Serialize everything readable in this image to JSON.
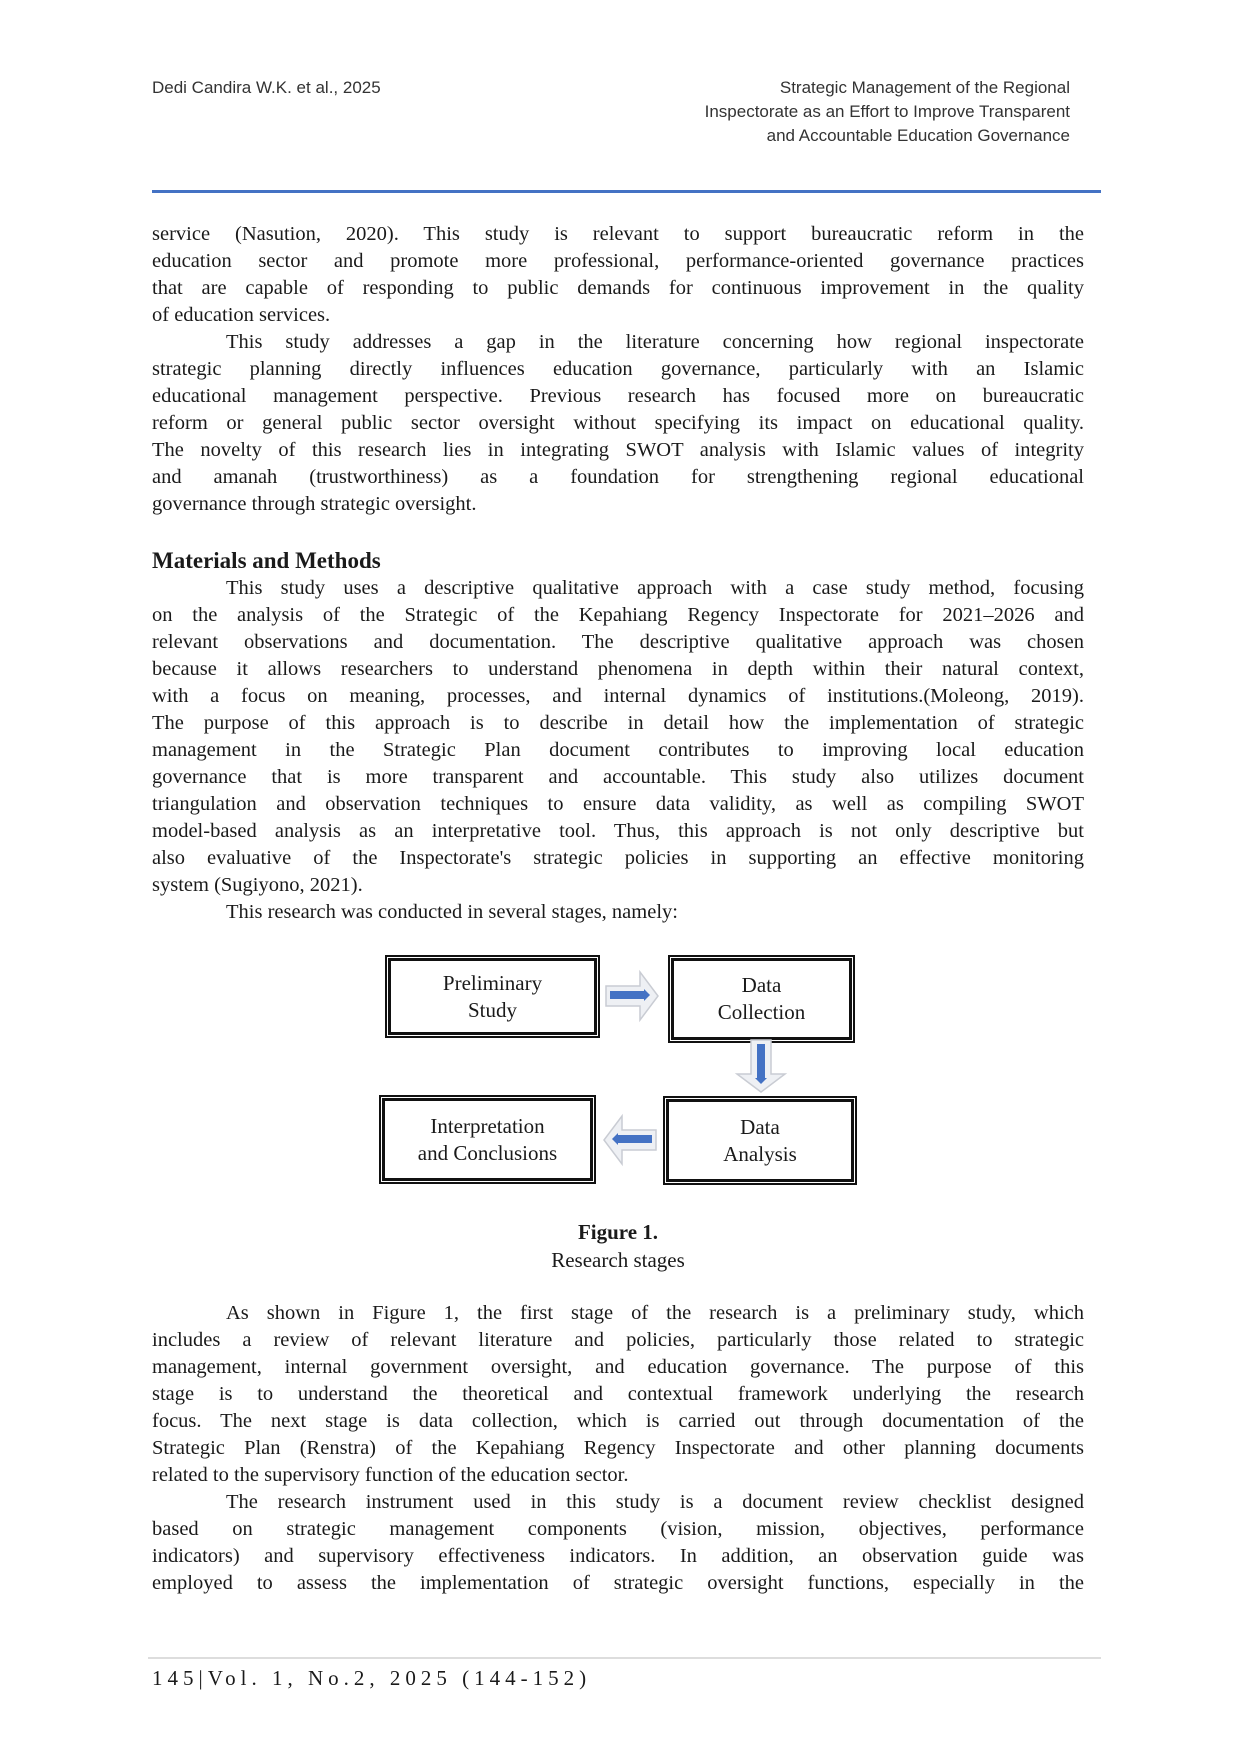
{
  "header": {
    "left": "Dedi Candira W.K. et al., 2025",
    "right": [
      "Strategic Management of the Regional",
      "Inspectorate as an Effort to Improve Transparent",
      "and Accountable Education Governance"
    ]
  },
  "p1": [
    "service (Nasution, 2020). This study is relevant to support bureaucratic reform in the",
    "education sector and promote more professional, performance-oriented governance practices",
    "that are capable of responding to public demands for continuous improvement in the quality",
    "of education services."
  ],
  "p2": [
    "This study addresses a gap in the literature concerning how regional inspectorate",
    "strategic planning directly influences education governance, particularly with an Islamic",
    "educational management perspective. Previous research has focused more on bureaucratic",
    "reform or general public sector oversight without specifying its impact on educational quality.",
    "The novelty of this research lies in integrating SWOT analysis with Islamic values of integrity",
    "and amanah (trustworthiness) as a foundation for strengthening regional educational",
    "governance through strategic oversight."
  ],
  "heading": "Materials and Methods",
  "p3": [
    "This study uses a descriptive qualitative approach with a case study method, focusing",
    "on the analysis of the Strategic of the Kepahiang Regency Inspectorate for 2021–2026 and",
    "relevant observations and documentation. The descriptive qualitative approach was chosen",
    "because it allows researchers to understand phenomena in depth within their natural context,",
    "with a focus on meaning, processes, and internal dynamics of institutions.(Moleong, 2019).",
    "The purpose of this approach is to describe in detail how the implementation of strategic",
    "management in the Strategic Plan document contributes to improving local education",
    "governance that is more transparent and accountable. This study also utilizes document",
    "triangulation and observation techniques to ensure data validity, as well as compiling SWOT",
    "model-based analysis as an interpretative tool. Thus, this approach is not only descriptive but",
    "also evaluative of the Inspectorate's strategic policies in supporting an effective monitoring",
    "system (Sugiyono, 2021)."
  ],
  "p4": [
    "This research was conducted in several stages, namely:"
  ],
  "figure": {
    "boxes": {
      "preliminary": [
        "Preliminary",
        "Study"
      ],
      "collection": [
        "Data",
        "Collection"
      ],
      "analysis": [
        "Data",
        "Analysis"
      ],
      "interpretation": [
        "Interpretation",
        "and Conclusions"
      ]
    },
    "arrow_color": "#4472c4",
    "label": "Figure 1.",
    "caption": "Research stages"
  },
  "p5": [
    "As shown in Figure 1, the first stage of the research is a preliminary study, which",
    "includes a review of relevant literature and policies, particularly those related to strategic",
    "management, internal government oversight, and education governance. The purpose of this",
    "stage is to understand the theoretical and contextual framework underlying the research",
    "focus. The next stage is data collection, which is carried out through documentation of the",
    "Strategic Plan (Renstra) of the Kepahiang Regency Inspectorate and other planning documents",
    "related to the supervisory function of the education sector."
  ],
  "p6": [
    "The research instrument used in this study is a document review checklist designed",
    "based on strategic management components (vision, mission, objectives, performance",
    "indicators) and supervisory effectiveness indicators. In addition, an observation guide was",
    "employed to assess the implementation of strategic oversight functions, especially in the"
  ],
  "footer": "145|Vol. 1, No.2, 2025 (144-152)"
}
